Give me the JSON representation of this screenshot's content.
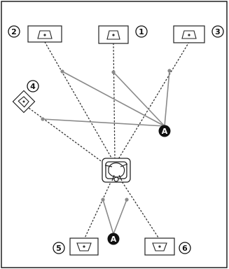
{
  "speakers": [
    {
      "id": "front-left",
      "number": "2"
    },
    {
      "id": "center",
      "number": "1"
    },
    {
      "id": "front-right",
      "number": "3"
    },
    {
      "id": "subwoofer",
      "number": "4"
    },
    {
      "id": "surround-left",
      "number": "5"
    },
    {
      "id": "surround-right",
      "number": "6"
    }
  ],
  "distance_markers": {
    "front": "A",
    "rear": "A"
  }
}
